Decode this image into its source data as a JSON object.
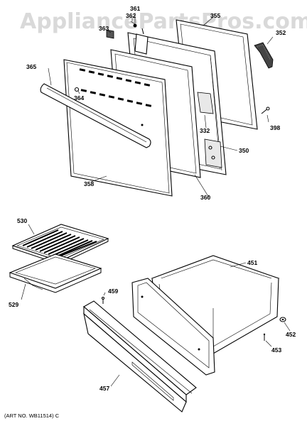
{
  "watermark": "AppliancePartsPros.com",
  "art_number": "(ART NO. WB11514) C",
  "labels": {
    "p361": "361",
    "p363": "363",
    "p362": "362",
    "p355": "355",
    "p352": "352",
    "p365": "365",
    "p364": "364",
    "p332": "332",
    "p398": "398",
    "p350": "350",
    "p358": "358",
    "p360": "360",
    "p530": "530",
    "p529": "529",
    "p451": "451",
    "p459": "459",
    "p452": "452",
    "p453": "453",
    "p457": "457"
  }
}
